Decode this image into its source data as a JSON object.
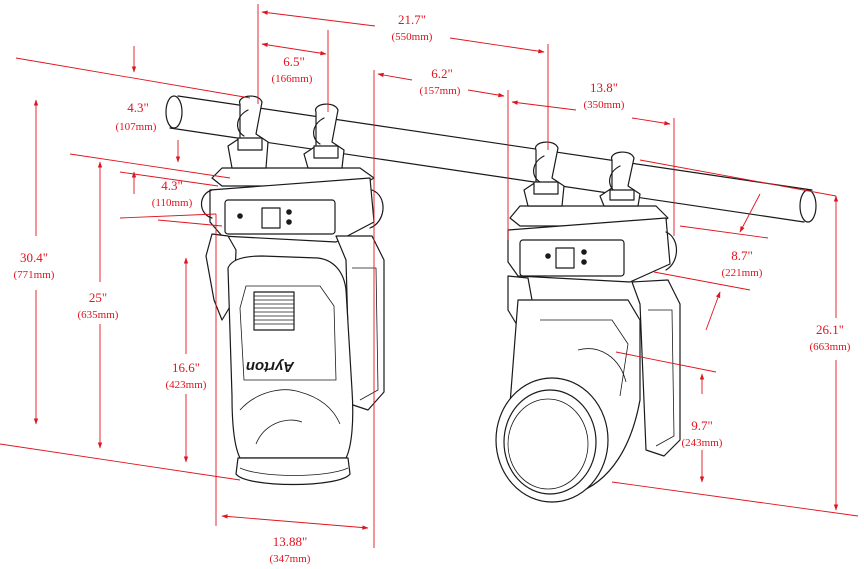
{
  "dimensions": {
    "overall_width": {
      "imperial": "21.7\"",
      "metric": "(550mm)"
    },
    "clamp_spacing": {
      "imperial": "6.5\"",
      "metric": "(166mm)"
    },
    "gap_between_units": {
      "imperial": "6.2\"",
      "metric": "(157mm)"
    },
    "base_width": {
      "imperial": "13.8\"",
      "metric": "(350mm)"
    },
    "clamp_to_base_top": {
      "imperial": "4.3\"",
      "metric": "(107mm)"
    },
    "base_to_clamp_height": {
      "imperial": "4.3\"",
      "metric": "(110mm)"
    },
    "total_height": {
      "imperial": "30.4\"",
      "metric": "(771mm)"
    },
    "body_height": {
      "imperial": "25\"",
      "metric": "(635mm)"
    },
    "head_height": {
      "imperial": "16.6\"",
      "metric": "(423mm)"
    },
    "base_depth": {
      "imperial": "8.7\"",
      "metric": "(221mm)"
    },
    "height_tilted": {
      "imperial": "26.1\"",
      "metric": "(663mm)"
    },
    "lens_offset": {
      "imperial": "9.7\"",
      "metric": "(243mm)"
    },
    "head_width": {
      "imperial": "13.88\"",
      "metric": "(347mm)"
    }
  },
  "brand_logo_text": "Ayrton",
  "colors": {
    "dimension": "#e0141e",
    "line": "#1a1a1a",
    "background": "#ffffff"
  }
}
